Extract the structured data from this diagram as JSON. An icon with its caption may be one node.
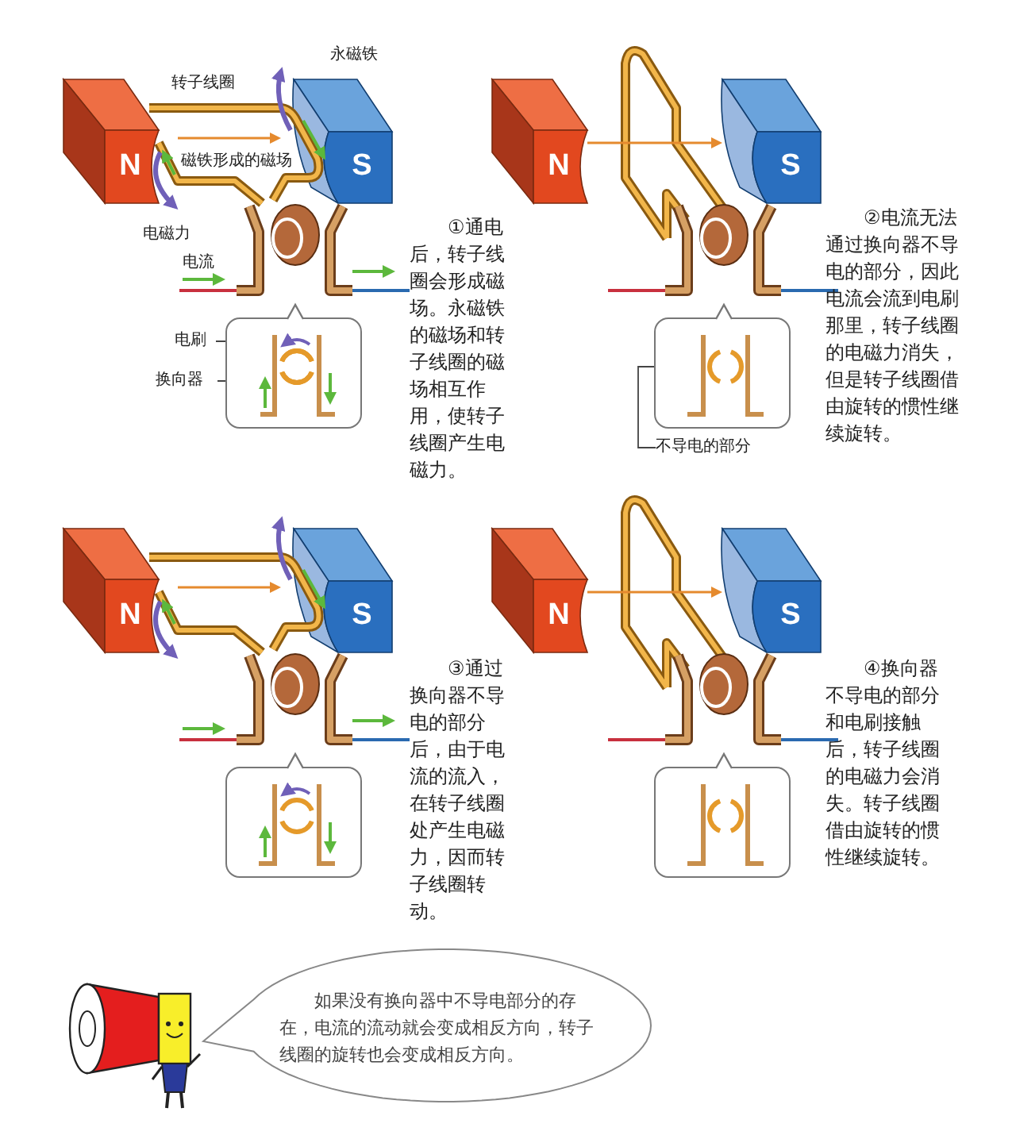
{
  "diagram": {
    "nodes": [
      {
        "text": [],
        "shape": "box"
      },
      {
        "text": [
          "电刷"
        ]
      },
      {
        "text": [],
        "shape": "bar",
        "in": 0
      },
      {
        "text": [
          "换向器"
        ]
      },
      {
        "text": [],
        "shape": "circle",
        "in": 0
      },
      {
        "text": [],
        "shape": "box"
      },
      {
        "text": [],
        "shape": "circle",
        "in": 5
      },
      {
        "text": [
          "不导电的部分"
        ]
      },
      {
        "text": [],
        "shape": "box"
      },
      {
        "text": [],
        "shape": "box"
      },
      {
        "text": [
          "如果没有换向器中不导电部分的存在，电流的流动就会变成相反方向，转子线圈的旋转也会变成相反方向。"
        ]
      }
    ],
    "edges": [
      {
        "from": 1,
        "to": 2,
        "arrow": "none"
      },
      {
        "from": 3,
        "to": 4,
        "arrow": "none"
      },
      {
        "from": 7,
        "to": 6,
        "arrow": "none"
      }
    ],
    "labels": [
      "永磁铁",
      "转子线圈",
      "磁铁形成的磁场",
      "N",
      "S",
      "电磁力",
      "电流",
      "①通电后，转子线圈会形成磁场。永磁铁的磁场和转子线圈的磁场相互作用，使转子线圈产生电磁力。",
      "N",
      "S",
      "②电流无法通过换向器不导电的部分，因此电流会流到电刷那里，转子线圈的电磁力消失，但是转子线圈借由旋转的惯性继续旋转。",
      "N",
      "S",
      "③通过换向器不导电的部分后，由于电流的流入，在转子线圈处产生电磁力，因而转子线圈转动。",
      "N",
      "S",
      "④换向器不导电的部分和电刷接触后，转子线圈的电磁力会消失。转子线圈借由旋转的惯性继续旋转。"
    ]
  }
}
